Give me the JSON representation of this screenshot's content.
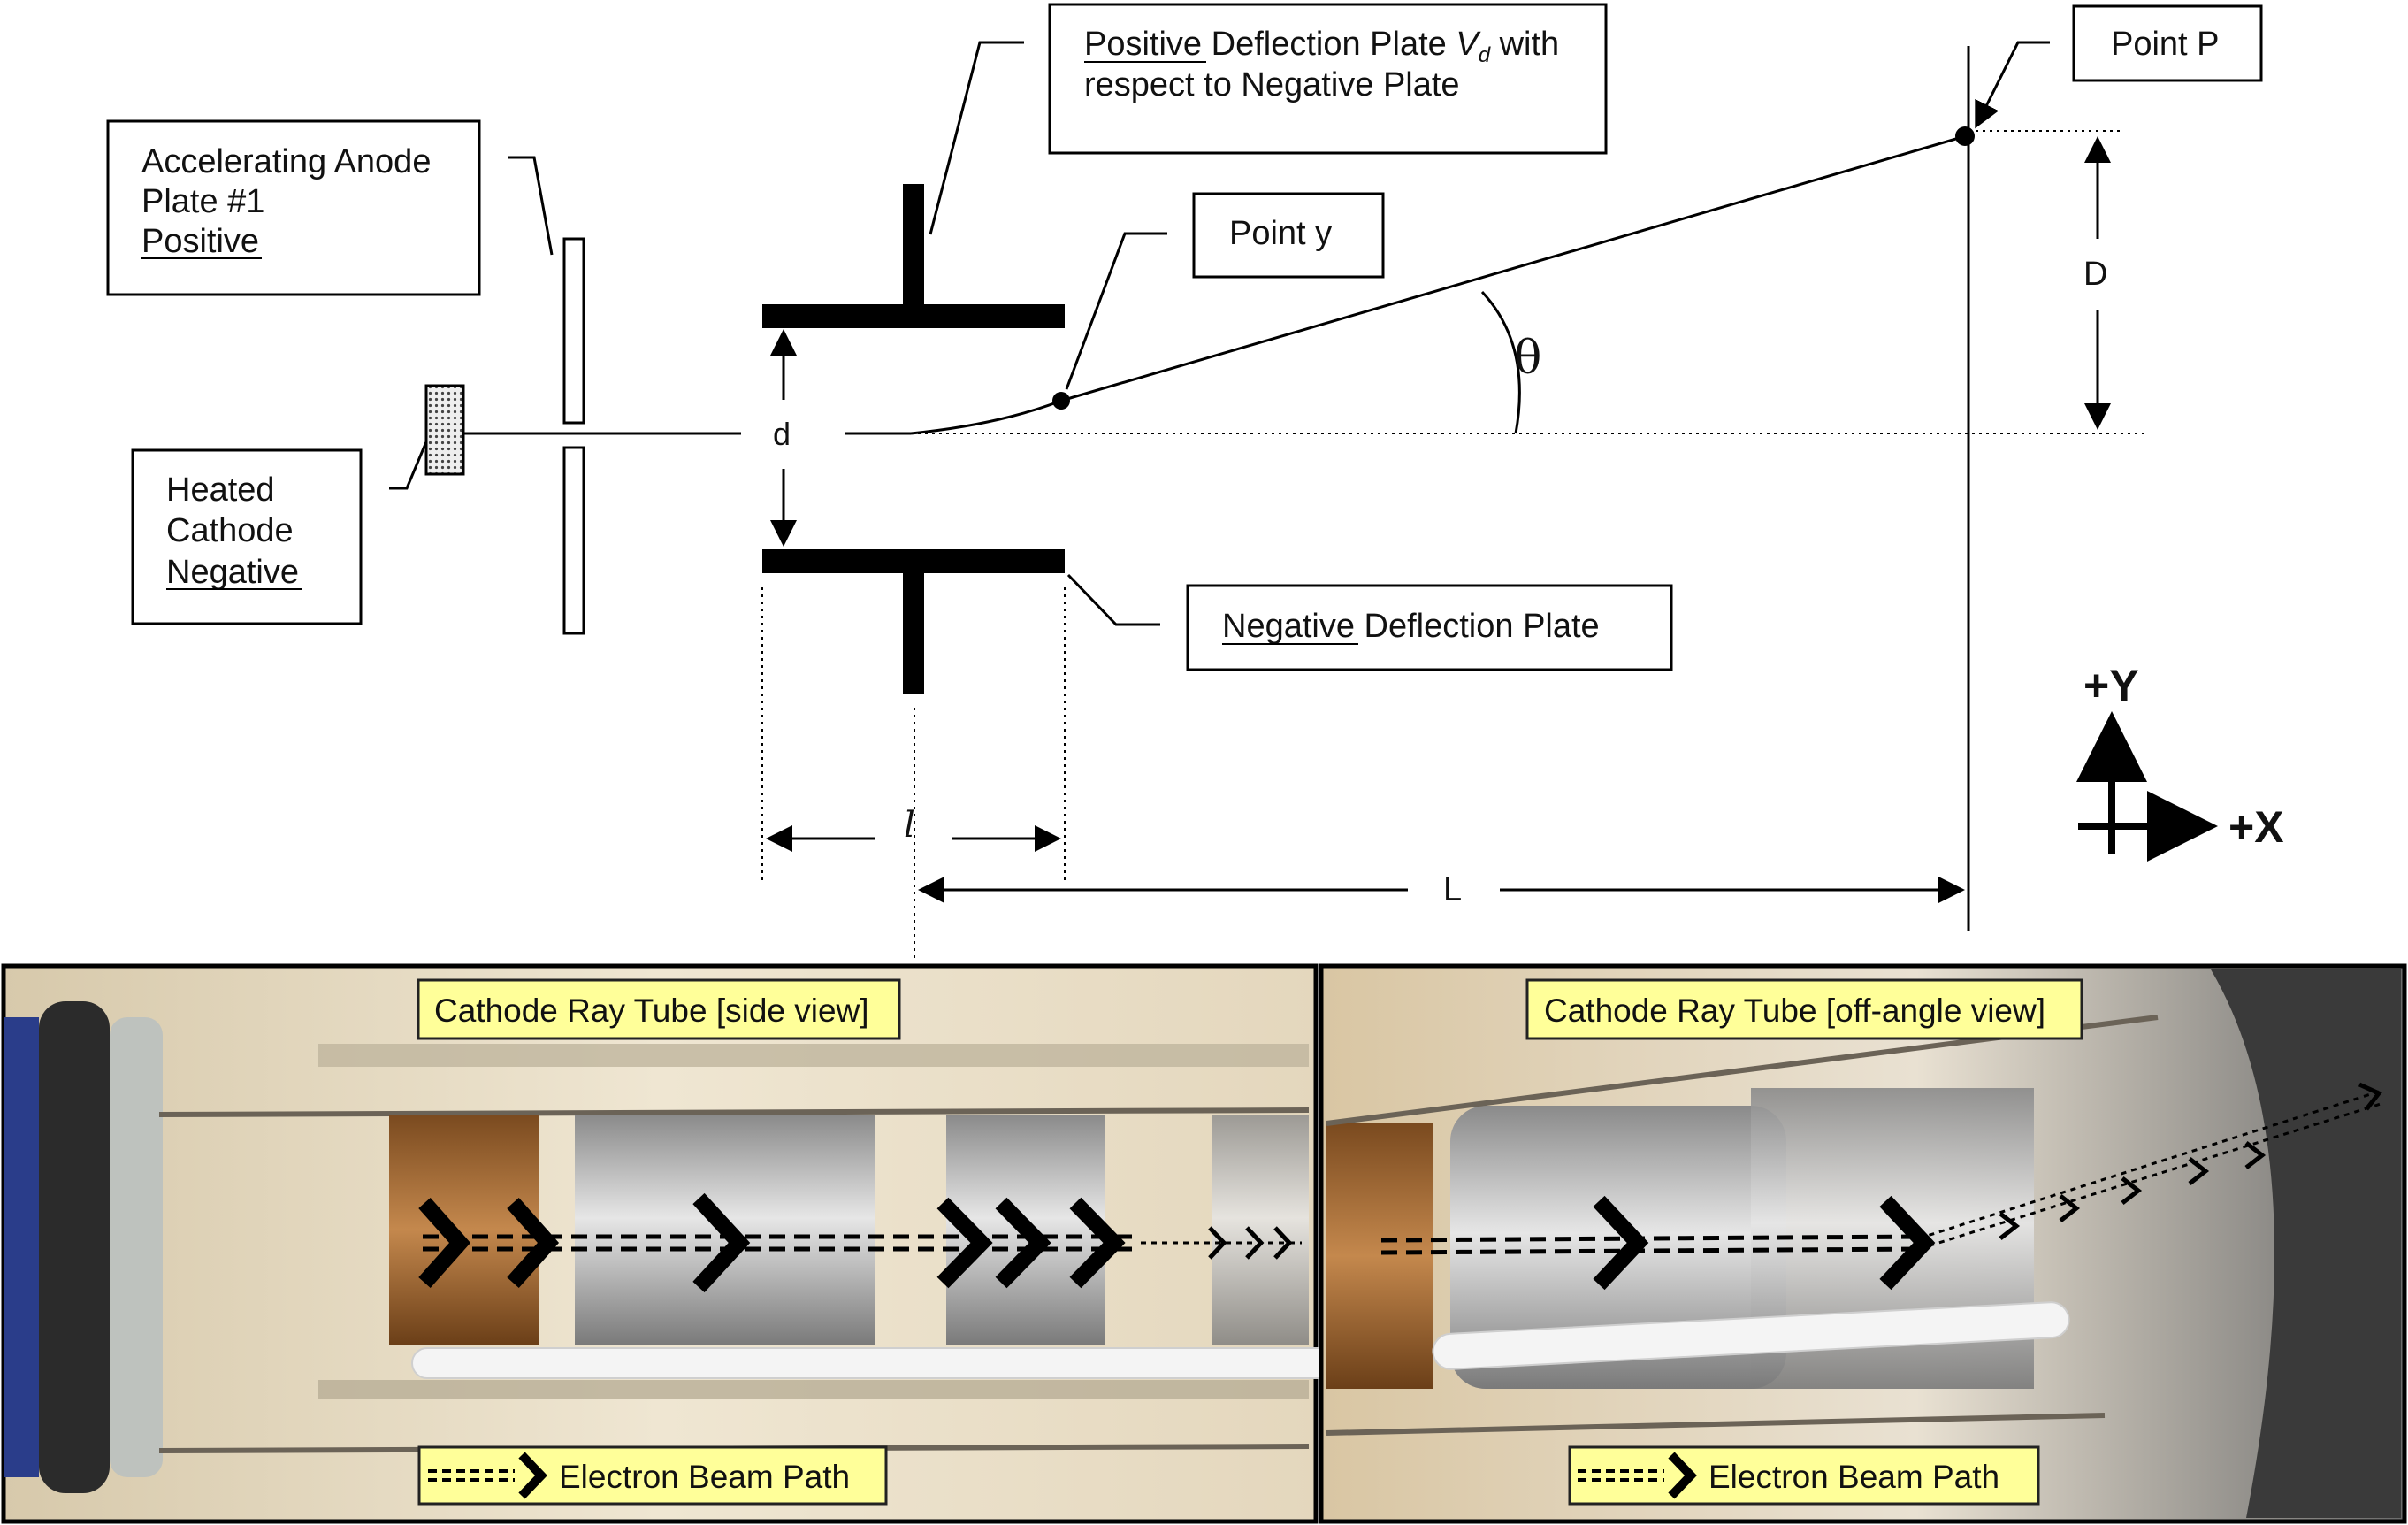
{
  "labels": {
    "anode_line1": "Accelerating Anode",
    "anode_line2": "Plate #1",
    "anode_line3": "Positive",
    "cathode_line1": "Heated",
    "cathode_line2": "Cathode",
    "cathode_line3": "Negative",
    "pos_plate_word": "Positive",
    "pos_plate_rest": " Deflection Plate ",
    "pos_plate_vd_v": "V",
    "pos_plate_vd_sub": "d",
    "pos_plate_with": " with",
    "pos_plate_line2": "respect to Negative Plate",
    "point_y": "Point y",
    "point_p": "Point P",
    "neg_plate_word": "Negative",
    "neg_plate_rest": " Deflection Plate",
    "d_small": "d",
    "D_big": "D",
    "theta": "θ",
    "l_small": "l",
    "L_big": "L",
    "axis_y": "+Y",
    "axis_x": "+X"
  },
  "photos": {
    "side_view_title": "Cathode Ray Tube [side view]",
    "off_angle_title": "Cathode Ray Tube [off-angle view]",
    "legend_left": "Electron Beam Path",
    "legend_right": "Electron Beam Path"
  },
  "colors": {
    "callout_fill": "#ffff99",
    "ink": "#000000",
    "photo_bg": "#c9b99a"
  }
}
